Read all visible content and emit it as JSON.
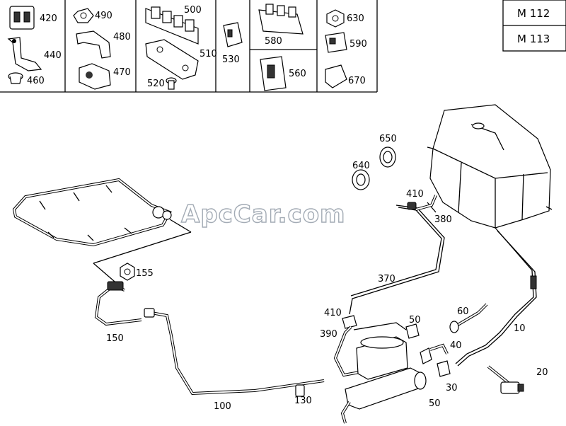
{
  "models": [
    "M 112",
    "M 113"
  ],
  "watermark": "ApcCar.com",
  "callouts": {
    "c420": "420",
    "c440": "440",
    "c460": "460",
    "c490": "490",
    "c480": "480",
    "c470": "470",
    "c500": "500",
    "c510": "510",
    "c520": "520",
    "c530": "530",
    "c580": "580",
    "c560": "560",
    "c630": "630",
    "c590": "590",
    "c670": "670",
    "c650": "650",
    "c640": "640",
    "c410a": "410",
    "c380": "380",
    "c155": "155",
    "c150": "150",
    "c370": "370",
    "c410b": "410",
    "c390": "390",
    "c50a": "50",
    "c60": "60",
    "c40": "40",
    "c10": "10",
    "c20": "20",
    "c30": "30",
    "c50b": "50",
    "c100": "100",
    "c130": "130"
  }
}
